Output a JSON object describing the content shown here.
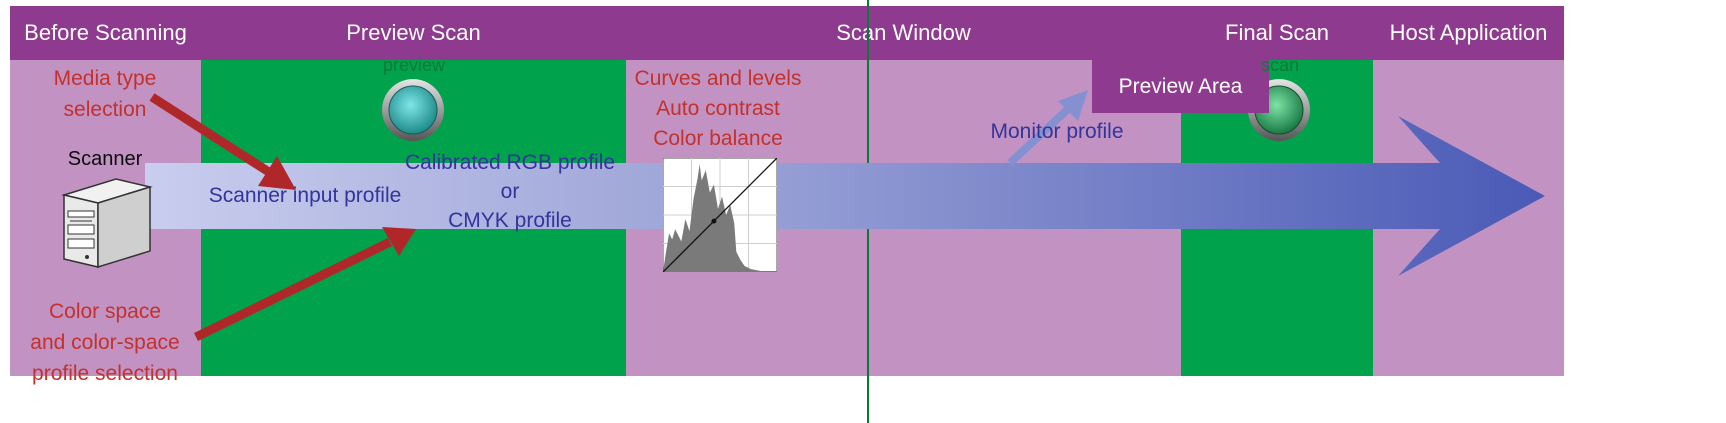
{
  "columns": {
    "before_scanning": "Before Scanning",
    "preview_scan": "Preview Scan",
    "scan_window": "Scan Window",
    "final_scan": "Final Scan",
    "host_application": "Host Application"
  },
  "labels": {
    "media_type_selection": [
      "Media type",
      "selection"
    ],
    "scanner": "Scanner",
    "color_space_selection": [
      "Color space",
      "and color-space",
      "profile selection"
    ],
    "preview_button": "preview",
    "scan_button": "scan",
    "scanner_input_profile": "Scanner input profile",
    "calibrated_profiles": [
      "Calibrated RGB profile",
      "or",
      "CMYK profile"
    ],
    "adjustments": [
      "Curves and levels",
      "Auto contrast",
      "Color balance"
    ],
    "preview_area": "Preview Area",
    "monitor_profile": "Monitor profile"
  },
  "colors": {
    "header_purple": "#8e3a8e",
    "column_purple": "#c293c2",
    "column_green": "#00a24c",
    "label_red": "#c3312d",
    "label_blue": "#33349c",
    "arrow_start": "#c9cdee",
    "arrow_end": "#4a5ab6",
    "pointer_red": "#b0272a"
  },
  "icons": {
    "scanner": "film-scanner-icon",
    "preview": "round-preview-button-icon",
    "scan": "round-scan-button-icon",
    "histogram": "curves-histogram-icon"
  }
}
